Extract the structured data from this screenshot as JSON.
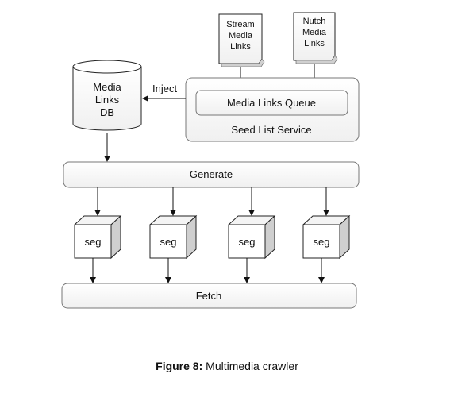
{
  "diagram": {
    "stream_doc": [
      "Stream",
      "Media",
      "Links"
    ],
    "nutch_doc": [
      "Nutch",
      "Media",
      "Links"
    ],
    "db": [
      "Media",
      "Links",
      "DB"
    ],
    "inject": "Inject",
    "queue": "Media Links Queue",
    "seed_service": "Seed List Service",
    "generate": "Generate",
    "segs": [
      "seg",
      "seg",
      "seg",
      "seg"
    ],
    "fetch": "Fetch"
  },
  "caption": {
    "label": "Figure 8:",
    "text": " Multimedia crawler"
  }
}
